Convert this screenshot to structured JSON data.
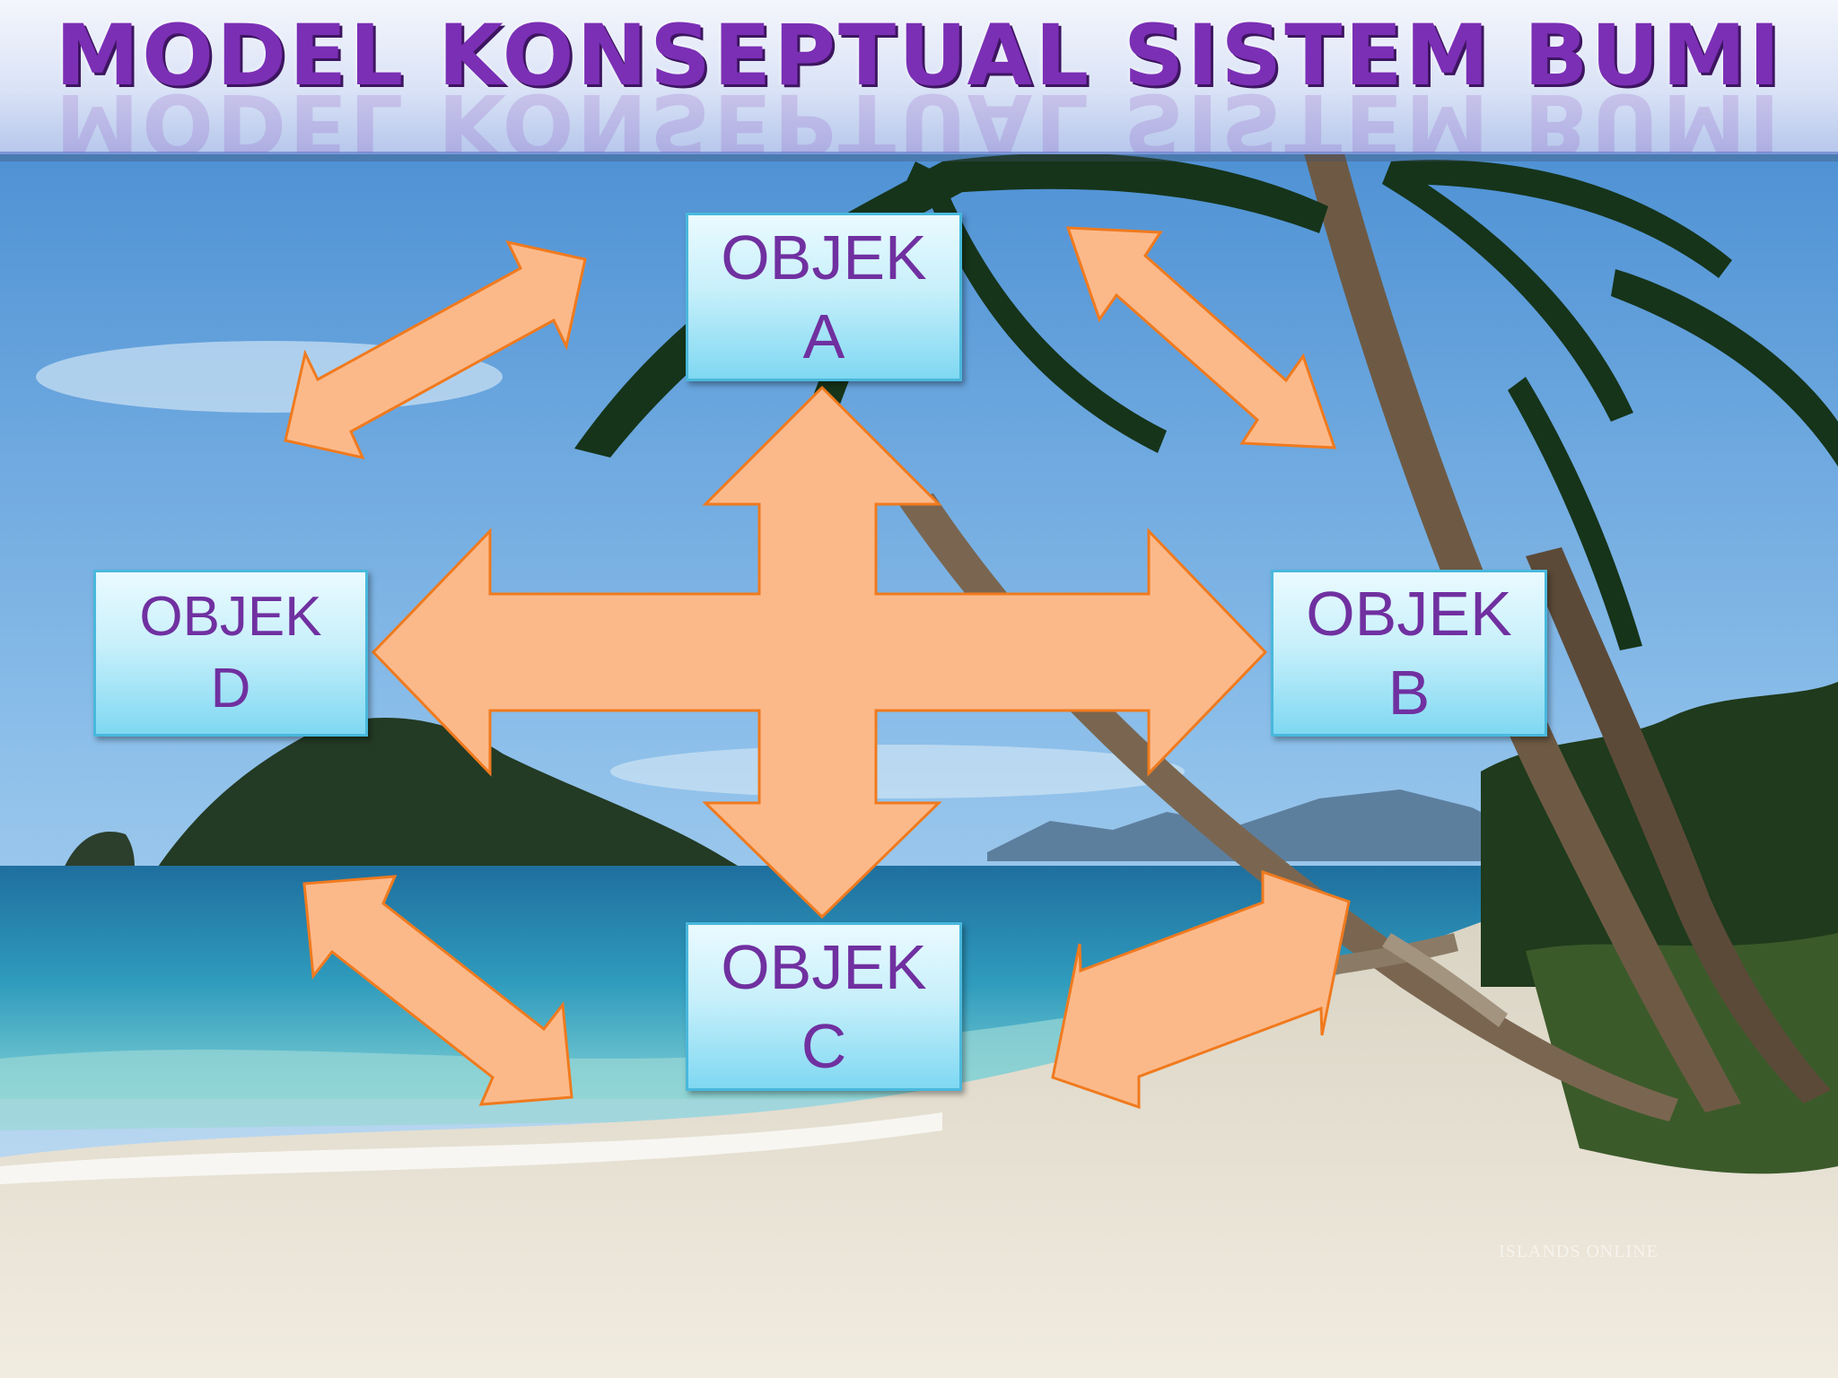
{
  "slide": {
    "title": "MODEL KONSEPTUAL SISTEM BUMI",
    "watermark": "ISLANDS ONLINE"
  },
  "objects": {
    "a": {
      "line1": "OBJEK",
      "line2": "A"
    },
    "b": {
      "line1": "OBJEK",
      "line2": "B"
    },
    "c": {
      "line1": "OBJEK",
      "line2": "C"
    },
    "d": {
      "line1": "OBJEK",
      "line2": "D"
    }
  },
  "colors": {
    "arrow_fill": "#fbb98a",
    "arrow_stroke": "#f07a1e",
    "box_border": "#49b8dc",
    "object_text": "#7030a0",
    "title_text": "#7b2fb5",
    "sky": "#5d9fdc",
    "sea": "#2f8fb7",
    "sand": "#e9e3d3"
  }
}
